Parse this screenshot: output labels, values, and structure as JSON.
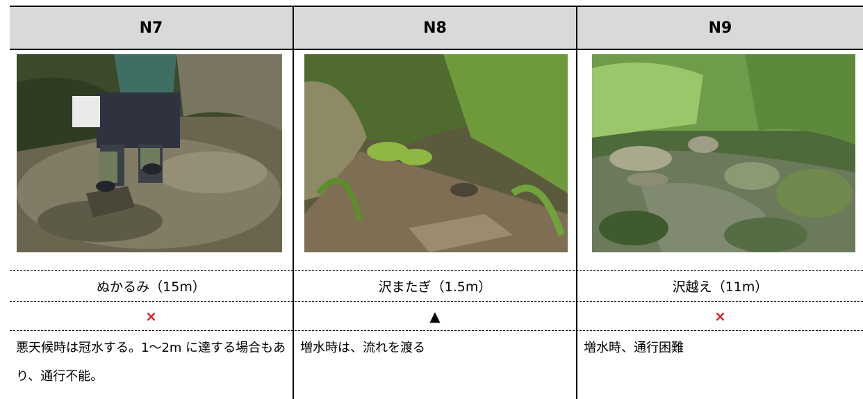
{
  "columns": [
    {
      "id": "N7",
      "caption": "ぬかるみ（15m）",
      "mark": "×",
      "note": "悪天候時は冠水する。1～2m に達する場合もあり、通行不能。"
    },
    {
      "id": "N8",
      "caption": "沢またぎ（1.5m）",
      "mark": "▲",
      "note": "増水時は、流れを渡る"
    },
    {
      "id": "N9",
      "caption": "沢越え（11m）",
      "mark": "×",
      "note": "増水時、通行困難"
    }
  ],
  "colors": {
    "header_bg": "#d9d9d9",
    "cross_mark": "#e8161b"
  }
}
